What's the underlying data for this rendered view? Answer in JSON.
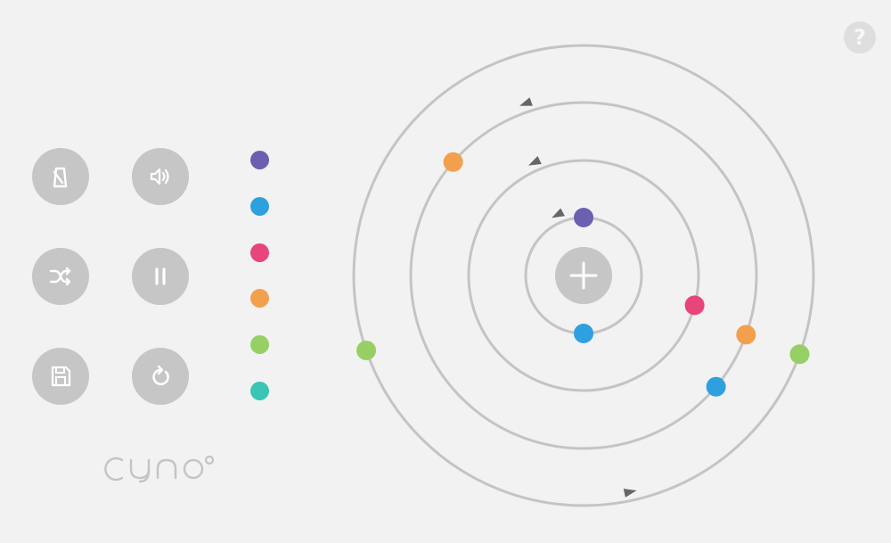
{
  "help": {
    "label": "?"
  },
  "controls": [
    {
      "name": "metronome-button",
      "icon": "metronome-icon"
    },
    {
      "name": "volume-button",
      "icon": "speaker-icon"
    },
    {
      "name": "shuffle-button",
      "icon": "shuffle-icon"
    },
    {
      "name": "pause-button",
      "icon": "pause-icon"
    },
    {
      "name": "save-button",
      "icon": "floppy-disk-icon"
    },
    {
      "name": "reset-button",
      "icon": "refresh-icon"
    }
  ],
  "palette": [
    "#6b5fb0",
    "#2ea0e0",
    "#e8457a",
    "#f2a04e",
    "#96d064",
    "#3ac6b4"
  ],
  "logo": {
    "text": "cyno",
    "icon": "cyno-logo"
  },
  "orbits": [
    {
      "ring": 1,
      "arrow_angle_deg": 242,
      "notes": [
        {
          "color": "#6b5fb0",
          "angle_deg": 270
        },
        {
          "color": "#2ea0e0",
          "angle_deg": 90
        }
      ]
    },
    {
      "ring": 2,
      "arrow_angle_deg": 244,
      "notes": [
        {
          "color": "#e8457a",
          "angle_deg": 15
        }
      ]
    },
    {
      "ring": 3,
      "arrow_angle_deg": 250,
      "notes": [
        {
          "color": "#f2a04e",
          "angle_deg": 221
        },
        {
          "color": "#f2a04e",
          "angle_deg": 20
        },
        {
          "color": "#2ea0e0",
          "angle_deg": 40
        }
      ]
    },
    {
      "ring": 4,
      "arrow_angle_deg": 78,
      "notes": [
        {
          "color": "#96d064",
          "angle_deg": 161
        },
        {
          "color": "#96d064",
          "angle_deg": 20
        }
      ]
    }
  ]
}
